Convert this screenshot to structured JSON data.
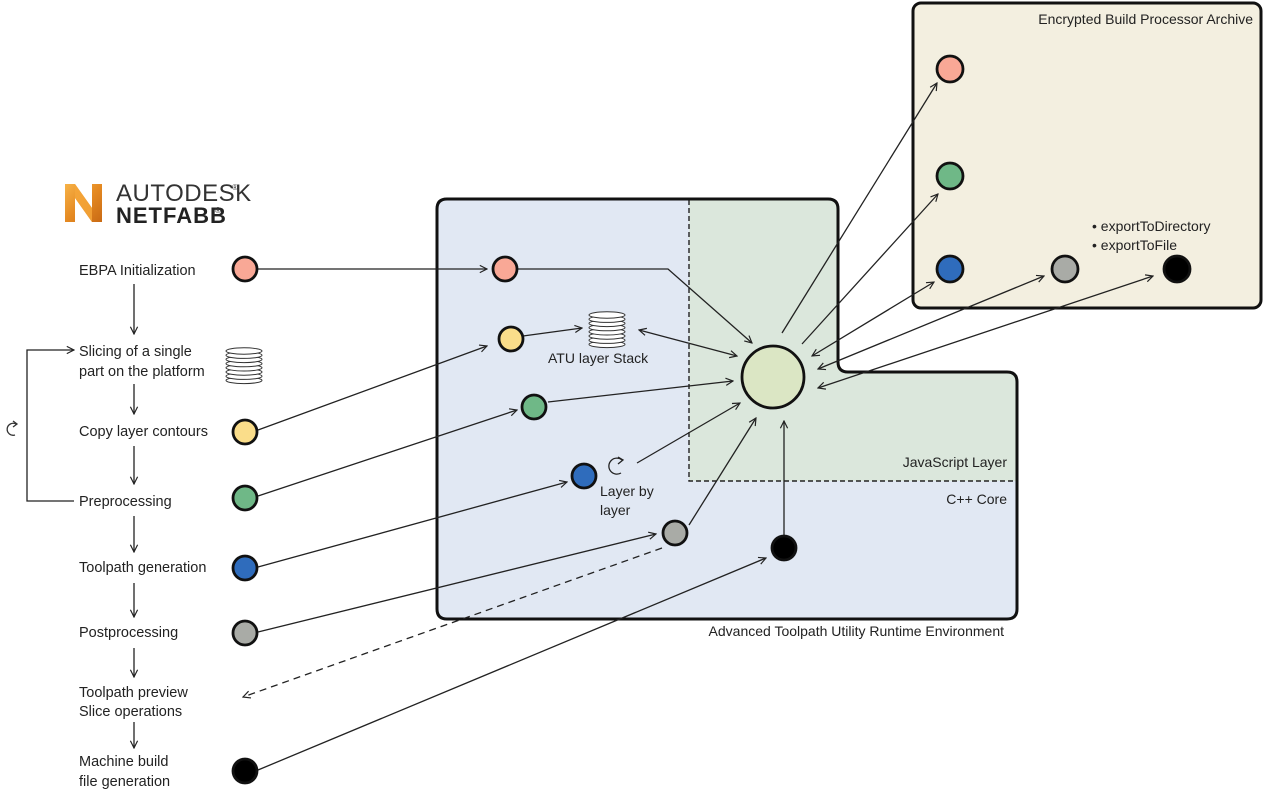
{
  "logo": {
    "line1": "AUTODESK",
    "line2": "NETFABB",
    "reg": "®",
    "icon": "netfabb-n-logo-icon"
  },
  "colors": {
    "ebpa": "#f9a896",
    "copy": "#fadd8a",
    "preprocessing": "#6fb887",
    "toolpath": "#2f6cbc",
    "postprocessing": "#a9aba6",
    "machine_build": "#000000",
    "hub": "#dbe6c4",
    "atu_bg": "#e1e8f3",
    "js_bg": "#dbe7dc",
    "archive_bg": "#f3efe0"
  },
  "workflow": {
    "steps": [
      {
        "id": "ebpa",
        "lines": [
          "EBPA Initialization"
        ]
      },
      {
        "id": "slicing",
        "lines": [
          "Slicing of a single",
          "part on the platform"
        ]
      },
      {
        "id": "copy",
        "lines": [
          "Copy layer contours"
        ]
      },
      {
        "id": "preprocessing",
        "lines": [
          "Preprocessing"
        ]
      },
      {
        "id": "toolpath",
        "lines": [
          "Toolpath generation"
        ]
      },
      {
        "id": "postprocessing",
        "lines": [
          "Postprocessing"
        ]
      },
      {
        "id": "preview",
        "lines": [
          "Toolpath preview",
          "Slice operations"
        ]
      },
      {
        "id": "machine",
        "lines": [
          "Machine build",
          "file generation"
        ]
      }
    ],
    "loop_icon": "loop-refresh-icon"
  },
  "atu": {
    "title": "Advanced Toolpath Utility Runtime Environment",
    "js_layer": "JavaScript Layer",
    "cpp_core": "C++ Core",
    "stack_label": "ATU layer Stack",
    "layer_by_layer": [
      "Layer by",
      "layer"
    ]
  },
  "archive": {
    "title": "Encrypted Build Processor Archive",
    "exports": [
      "exportToDirectory",
      "exportToFile"
    ]
  }
}
